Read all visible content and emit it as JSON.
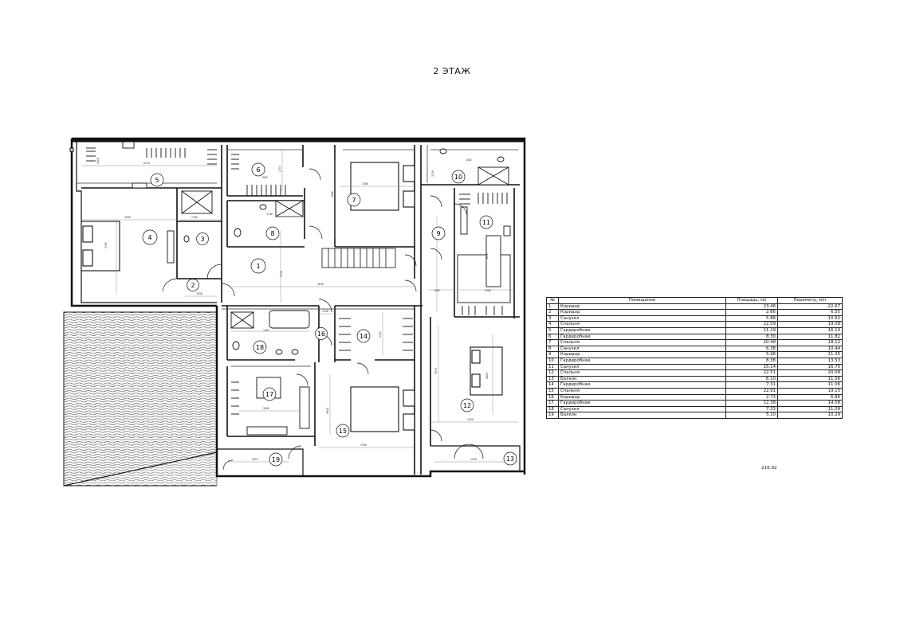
{
  "title": "2 ЭТАЖ",
  "plan": {
    "room_numbers": [
      "1",
      "2",
      "3",
      "4",
      "5",
      "6",
      "7",
      "8",
      "9",
      "10",
      "11",
      "12",
      "13",
      "14",
      "15",
      "16",
      "17",
      "18",
      "19"
    ],
    "dimensions": [
      "6270",
      "4390",
      "1780",
      "5765",
      "1610",
      "1905",
      "2715",
      "4630",
      "4780",
      "1230",
      "1502",
      "1140",
      "2800",
      "2730",
      "4780",
      "4810",
      "2785",
      "1250",
      "5070",
      "3050",
      "1305",
      "1830",
      "1650",
      "3600",
      "4390",
      "4910",
      "1530",
      "2815",
      "1530"
    ]
  },
  "table": {
    "headers": [
      "№",
      "Помещение",
      "Площадь, м2",
      "Периметр, м/п"
    ],
    "rows": [
      [
        "1",
        "Коридор",
        "23.46",
        "22.67"
      ],
      [
        "2",
        "Коридор",
        "2.66",
        "6.55"
      ],
      [
        "3",
        "Санузел",
        "5.88",
        "10.62"
      ],
      [
        "4",
        "Спальня",
        "22.59",
        "19.08"
      ],
      [
        "5",
        "Гардеробная",
        "11.29",
        "16.14"
      ],
      [
        "6",
        "Гардеробная",
        "8.30",
        "11.82"
      ],
      [
        "7",
        "Спальня",
        "20.48",
        "18.12"
      ],
      [
        "8",
        "Санузел",
        "6.38",
        "10.44"
      ],
      [
        "9",
        "Коридор",
        "5.98",
        "11.35"
      ],
      [
        "10",
        "Гардеробная",
        "8.38",
        "13.53"
      ],
      [
        "11",
        "Санузел",
        "15.14",
        "16.75"
      ],
      [
        "12",
        "Спальня",
        "22.51",
        "20.08"
      ],
      [
        "13",
        "Балкон",
        "6.10",
        "11.56"
      ],
      [
        "14",
        "Гардеробная",
        "7.31",
        "11.06"
      ],
      [
        "15",
        "Спальня",
        "22.91",
        "19.15"
      ],
      [
        "16",
        "Коридор",
        "2.73",
        "6.86"
      ],
      [
        "17",
        "Гардеробная",
        "12.38",
        "14.08"
      ],
      [
        "18",
        "Санузел",
        "7.33",
        "11.09"
      ],
      [
        "19",
        "Балкон",
        "5.10",
        "10.29"
      ]
    ],
    "total": "216.92"
  }
}
